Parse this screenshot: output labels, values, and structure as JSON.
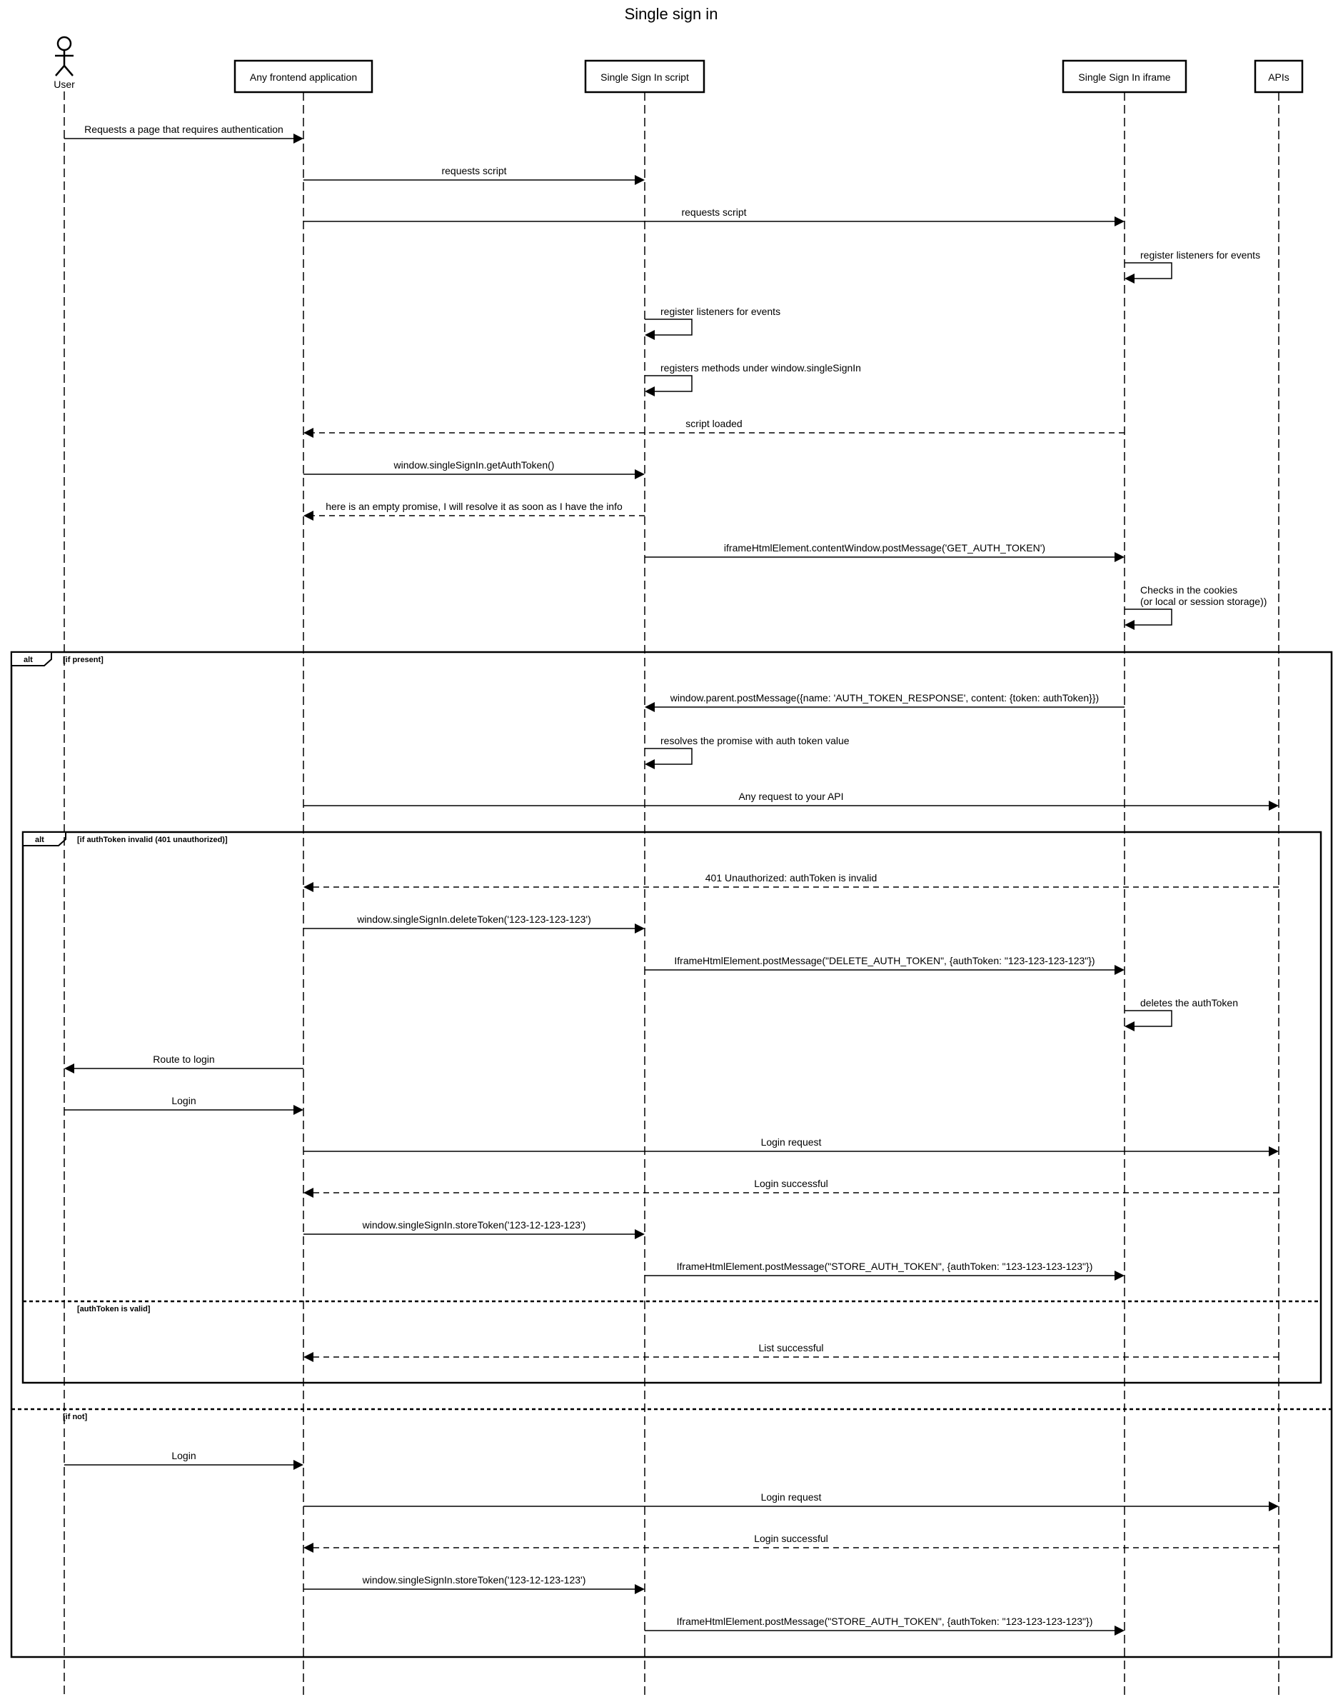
{
  "diagram": {
    "title": "Single sign in",
    "participants": [
      {
        "id": "user",
        "label": "User",
        "kind": "actor"
      },
      {
        "id": "frontend",
        "label": "Any frontend application",
        "kind": "box"
      },
      {
        "id": "script",
        "label": "Single Sign In script",
        "kind": "box"
      },
      {
        "id": "iframe",
        "label": "Single Sign In iframe",
        "kind": "box"
      },
      {
        "id": "apis",
        "label": "APIs",
        "kind": "box"
      }
    ],
    "messages": [
      {
        "from": "user",
        "to": "frontend",
        "label": [
          "Requests a page that requires authentication"
        ],
        "style": "solid"
      },
      {
        "from": "frontend",
        "to": "script",
        "label": [
          "requests script"
        ],
        "style": "solid"
      },
      {
        "from": "frontend",
        "to": "iframe",
        "label": [
          "requests script"
        ],
        "style": "solid"
      },
      {
        "from": "iframe",
        "to": "iframe",
        "label": [
          "register listeners for events"
        ],
        "style": "self"
      },
      {
        "from": "script",
        "to": "script",
        "label": [
          "register listeners for events"
        ],
        "style": "self"
      },
      {
        "from": "script",
        "to": "script",
        "label": [
          "registers methods under window.singleSignIn"
        ],
        "style": "self"
      },
      {
        "from": "iframe",
        "to": "frontend",
        "label": [
          "script loaded"
        ],
        "style": "dashed"
      },
      {
        "from": "frontend",
        "to": "script",
        "label": [
          "window.singleSignIn.getAuthToken()"
        ],
        "style": "solid"
      },
      {
        "from": "script",
        "to": "frontend",
        "label": [
          "here is an empty promise, I will resolve it as soon as I have the info"
        ],
        "style": "dashed"
      },
      {
        "from": "script",
        "to": "iframe",
        "label": [
          "iframeHtmlElement.contentWindow.postMessage('GET_AUTH_TOKEN')"
        ],
        "style": "solid"
      },
      {
        "from": "iframe",
        "to": "iframe",
        "label": [
          "Checks in the cookies",
          "(or local or session storage))"
        ],
        "style": "self"
      },
      {
        "from": "iframe",
        "to": "script",
        "label": [
          "window.parent.postMessage({name: 'AUTH_TOKEN_RESPONSE', content: {token: authToken}})"
        ],
        "style": "solid"
      },
      {
        "from": "script",
        "to": "script",
        "label": [
          "resolves the promise with auth token value"
        ],
        "style": "self"
      },
      {
        "from": "frontend",
        "to": "apis",
        "label": [
          "Any request to  your API"
        ],
        "style": "solid"
      },
      {
        "from": "apis",
        "to": "frontend",
        "label": [
          "401 Unauthorized: authToken is invalid"
        ],
        "style": "dashed"
      },
      {
        "from": "frontend",
        "to": "script",
        "label": [
          "window.singleSignIn.deleteToken('123-123-123-123')"
        ],
        "style": "solid"
      },
      {
        "from": "script",
        "to": "iframe",
        "label": [
          "IframeHtmlElement.postMessage(\"DELETE_AUTH_TOKEN\", {authToken: \"123-123-123-123\"})"
        ],
        "style": "solid"
      },
      {
        "from": "iframe",
        "to": "iframe",
        "label": [
          "deletes the authToken"
        ],
        "style": "self"
      },
      {
        "from": "frontend",
        "to": "user",
        "label": [
          "Route to login"
        ],
        "style": "solid"
      },
      {
        "from": "user",
        "to": "frontend",
        "label": [
          "Login"
        ],
        "style": "solid"
      },
      {
        "from": "frontend",
        "to": "apis",
        "label": [
          "Login request"
        ],
        "style": "solid"
      },
      {
        "from": "apis",
        "to": "frontend",
        "label": [
          "Login successful"
        ],
        "style": "dashed"
      },
      {
        "from": "frontend",
        "to": "script",
        "label": [
          "window.singleSignIn.storeToken('123-12-123-123')"
        ],
        "style": "solid"
      },
      {
        "from": "script",
        "to": "iframe",
        "label": [
          "IframeHtmlElement.postMessage(\"STORE_AUTH_TOKEN\", {authToken: \"123-123-123-123\"})"
        ],
        "style": "solid"
      },
      {
        "from": "apis",
        "to": "frontend",
        "label": [
          "List successful"
        ],
        "style": "dashed"
      },
      {
        "from": "user",
        "to": "frontend",
        "label": [
          "Login"
        ],
        "style": "solid"
      },
      {
        "from": "frontend",
        "to": "apis",
        "label": [
          "Login request"
        ],
        "style": "solid"
      },
      {
        "from": "apis",
        "to": "frontend",
        "label": [
          "Login successful"
        ],
        "style": "dashed"
      },
      {
        "from": "frontend",
        "to": "script",
        "label": [
          "window.singleSignIn.storeToken('123-12-123-123')"
        ],
        "style": "solid"
      },
      {
        "from": "script",
        "to": "iframe",
        "label": [
          "IframeHtmlElement.postMessage(\"STORE_AUTH_TOKEN\", {authToken: \"123-123-123-123\"})"
        ],
        "style": "solid"
      }
    ],
    "fragments": [
      {
        "id": "outer",
        "operator": "alt",
        "guards": [
          "[if present]",
          "[if not]"
        ]
      },
      {
        "id": "inner",
        "operator": "alt",
        "guards": [
          "[if authToken invalid (401 unauthorized)]",
          "[authToken is valid]"
        ]
      }
    ]
  }
}
